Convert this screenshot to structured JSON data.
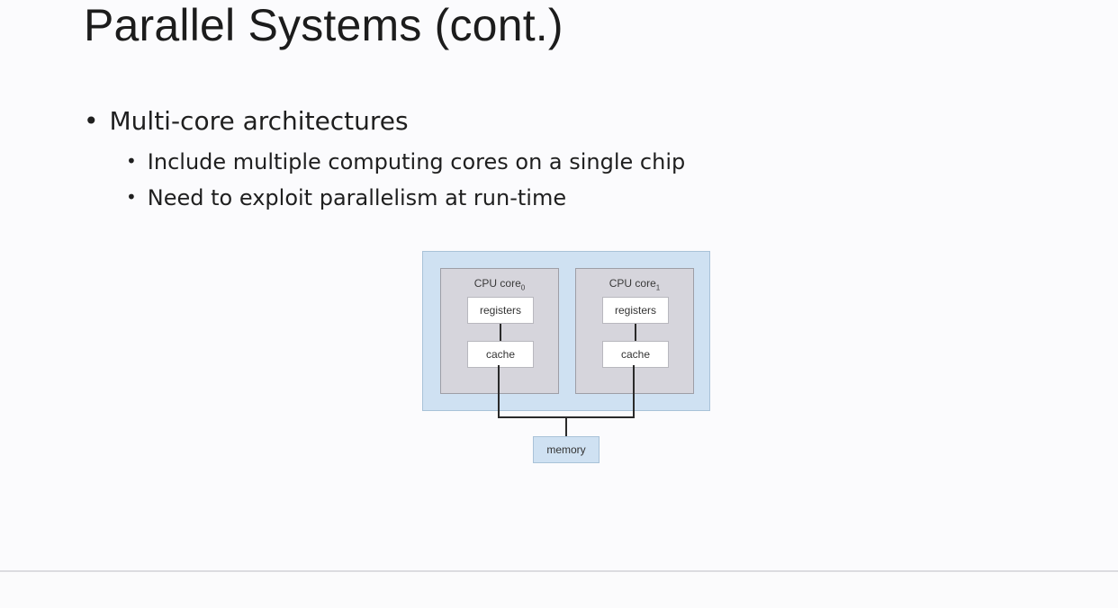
{
  "slide": {
    "title": "Parallel Systems (cont.)",
    "bullet_glyph": "•",
    "bullets": [
      {
        "text": "Multi-core architectures",
        "children": [
          "Include multiple computing cores on a single chip",
          "Need to exploit parallelism at run-time"
        ]
      }
    ]
  },
  "diagram": {
    "cores": [
      {
        "label": "CPU core",
        "subscript": "0",
        "registers": "registers",
        "cache": "cache"
      },
      {
        "label": "CPU core",
        "subscript": "1",
        "registers": "registers",
        "cache": "cache"
      }
    ],
    "memory": "memory",
    "colors": {
      "chip": "#cfe1f2",
      "core": "#d6d5dc",
      "wire": "#2a2a2a"
    }
  }
}
